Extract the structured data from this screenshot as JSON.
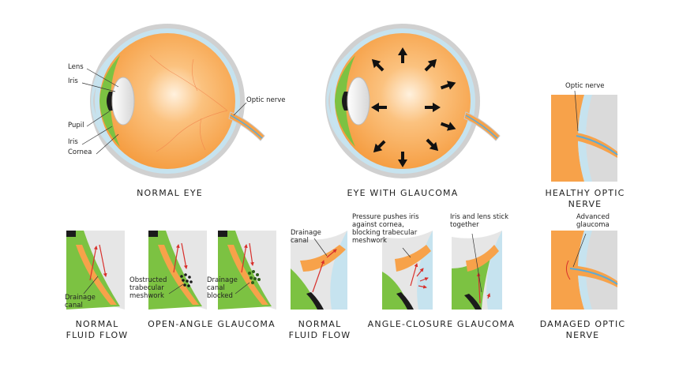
{
  "labels": {
    "lens": "Lens",
    "iris_top": "Iris",
    "pupil": "Pupil",
    "iris_bottom": "Iris",
    "cornea": "Cornea",
    "optic_nerve_main": "Optic nerve",
    "optic_nerve_healthy": "Optic nerve",
    "drainage_canal_1": "Drainage canal",
    "obstructed_meshwork": "Obstructed trabecular meshwork",
    "drainage_blocked": "Drainage canal blocked",
    "drainage_canal_2": "Drainage canal",
    "pressure_pushes": "Pressure pushes iris against cornea, blocking trabecular meshwork",
    "iris_lens_stick": "Iris and lens stick together",
    "advanced_glaucoma": "Advanced glaucoma"
  },
  "captions": {
    "normal_eye": "NORMAL EYE",
    "eye_glaucoma": "EYE WITH GLAUCOMA",
    "healthy_optic_nerve": "HEALTHY OPTIC NERVE",
    "normal_flow_1": "NORMAL FLUID FLOW",
    "open_angle": "OPEN-ANGLE GLAUCOMA",
    "normal_flow_2": "NORMAL FLUID FLOW",
    "angle_closure": "ANGLE-CLOSURE GLAUCOMA",
    "damaged_optic_nerve": "DAMAGED OPTIC NERVE"
  },
  "colors": {
    "eye_orange": "#f7a24a",
    "eye_highlight": "#fde2c0",
    "sclera_gray": "#c9c9c9",
    "choroid_blue": "#c6e3ef",
    "iris_green": "#7cc242",
    "pupil_black": "#1b1b1b",
    "arrow_red": "#d8302c",
    "nerve_blue": "#5aaad8"
  }
}
